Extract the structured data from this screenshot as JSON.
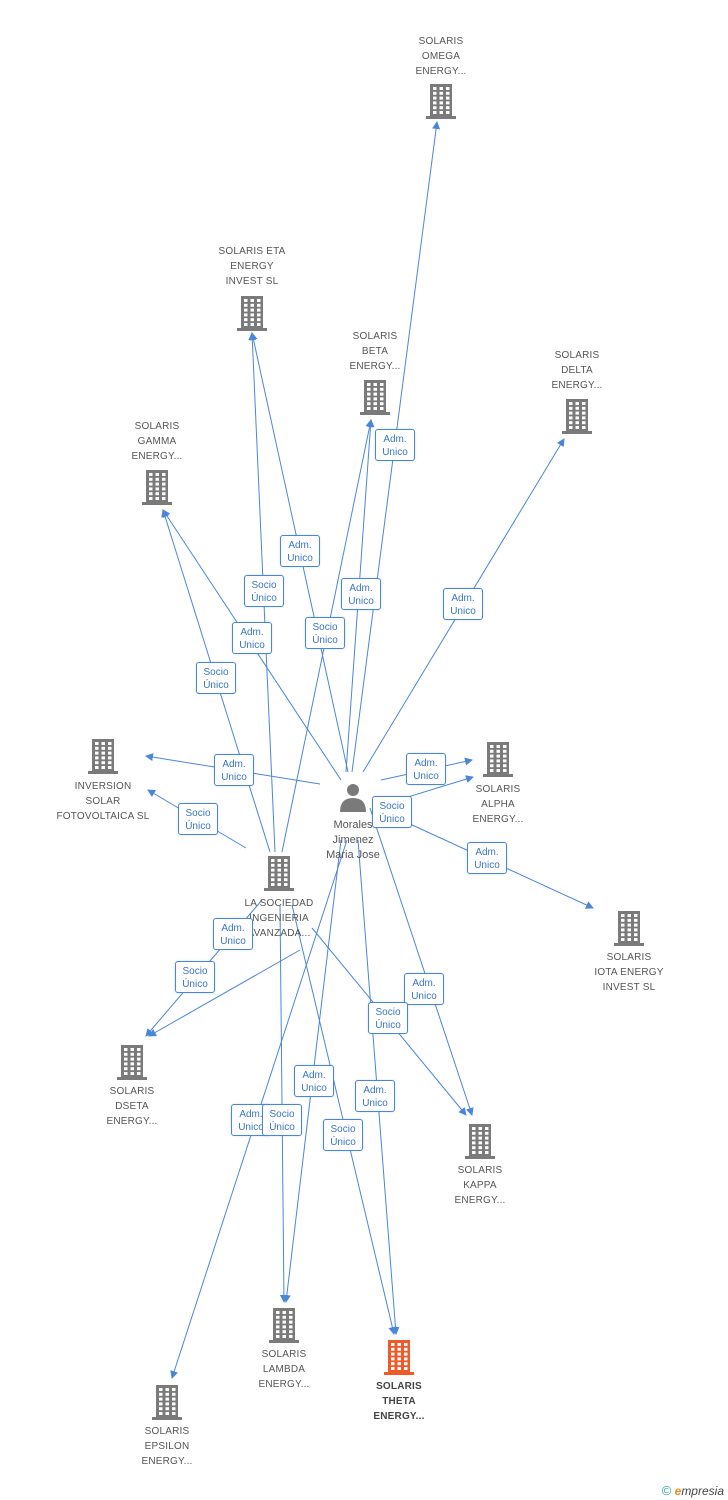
{
  "colors": {
    "edge": "#4a86d8",
    "company": "#7a7a7a",
    "highlight": "#f05a28",
    "person": "#7a7a7a"
  },
  "person": {
    "icon": "person-icon",
    "lines": [
      "Morales",
      "Jimenez",
      "Maria Jose"
    ]
  },
  "nodes": {
    "omega": {
      "lines": [
        "SOLARIS",
        "OMEGA",
        "ENERGY..."
      ],
      "icon": "building-icon"
    },
    "eta": {
      "lines": [
        "SOLARIS ETA",
        "ENERGY",
        "INVEST SL"
      ],
      "icon": "building-icon"
    },
    "beta": {
      "lines": [
        "SOLARIS",
        "BETA",
        "ENERGY..."
      ],
      "icon": "building-icon"
    },
    "delta": {
      "lines": [
        "SOLARIS",
        "DELTA",
        "ENERGY..."
      ],
      "icon": "building-icon"
    },
    "gamma": {
      "lines": [
        "SOLARIS",
        "GAMMA",
        "ENERGY..."
      ],
      "icon": "building-icon"
    },
    "inversion": {
      "lines": [
        "INVERSION",
        "SOLAR",
        "FOTOVOLTAICA SL"
      ],
      "icon": "building-icon"
    },
    "alpha": {
      "lines": [
        "SOLARIS",
        "ALPHA",
        "ENERGY..."
      ],
      "icon": "building-icon"
    },
    "sociedad": {
      "lines": [
        "LA SOCIEDAD",
        "INGENIERIA",
        "AVANZADA..."
      ],
      "icon": "building-icon"
    },
    "iota": {
      "lines": [
        "SOLARIS",
        "IOTA ENERGY",
        "INVEST SL"
      ],
      "icon": "building-icon"
    },
    "dseta": {
      "lines": [
        "SOLARIS",
        "DSETA",
        "ENERGY..."
      ],
      "icon": "building-icon"
    },
    "kappa": {
      "lines": [
        "SOLARIS",
        "KAPPA",
        "ENERGY..."
      ],
      "icon": "building-icon"
    },
    "lambda": {
      "lines": [
        "SOLARIS",
        "LAMBDA",
        "ENERGY..."
      ],
      "icon": "building-icon"
    },
    "theta": {
      "lines": [
        "SOLARIS",
        "THETA",
        "ENERGY..."
      ],
      "icon": "building-icon",
      "highlight": true
    },
    "epsilon": {
      "lines": [
        "SOLARIS",
        "EPSILON",
        "ENERGY..."
      ],
      "icon": "building-icon"
    }
  },
  "edge_labels": [
    {
      "id": "l-beta-adm",
      "lines": [
        "Adm.",
        "Unico"
      ]
    },
    {
      "id": "l-eta-adm",
      "lines": [
        "Adm.",
        "Unico"
      ]
    },
    {
      "id": "l-eta-socio",
      "lines": [
        "Socio",
        "Único"
      ]
    },
    {
      "id": "l-omega-adm",
      "lines": [
        "Adm.",
        "Unico"
      ]
    },
    {
      "id": "l-delta-adm",
      "lines": [
        "Adm.",
        "Unico"
      ]
    },
    {
      "id": "l-gamma-adm",
      "lines": [
        "Adm.",
        "Unico"
      ]
    },
    {
      "id": "l-beta-socio",
      "lines": [
        "Socio",
        "Único"
      ]
    },
    {
      "id": "l-gamma-socio",
      "lines": [
        "Socio",
        "Único"
      ]
    },
    {
      "id": "l-inv-adm",
      "lines": [
        "Adm.",
        "Unico"
      ]
    },
    {
      "id": "l-alpha-adm",
      "lines": [
        "Adm.",
        "Unico"
      ]
    },
    {
      "id": "l-inv-socio",
      "lines": [
        "Socio",
        "Único"
      ]
    },
    {
      "id": "l-alpha-socio",
      "lines": [
        "Socio",
        "Único"
      ]
    },
    {
      "id": "l-iota-adm",
      "lines": [
        "Adm.",
        "Unico"
      ]
    },
    {
      "id": "l-dseta-adm",
      "lines": [
        "Adm.",
        "Unico"
      ]
    },
    {
      "id": "l-dseta-socio",
      "lines": [
        "Socio",
        "Único"
      ]
    },
    {
      "id": "l-kappa-adm",
      "lines": [
        "Adm.",
        "Unico"
      ]
    },
    {
      "id": "l-kappa-socio",
      "lines": [
        "Socio",
        "Único"
      ]
    },
    {
      "id": "l-lambda-adm",
      "lines": [
        "Adm.",
        "Unico"
      ]
    },
    {
      "id": "l-theta-adm",
      "lines": [
        "Adm.",
        "Unico"
      ]
    },
    {
      "id": "l-epsilon-adm",
      "lines": [
        "Adm.",
        "Unico"
      ]
    },
    {
      "id": "l-lambda-socio",
      "lines": [
        "Socio",
        "Único"
      ]
    },
    {
      "id": "l-theta-socio",
      "lines": [
        "Socio",
        "Único"
      ]
    }
  ],
  "footer": {
    "copyright": "©",
    "brand_initial": "e",
    "brand_rest": "mpresia"
  }
}
